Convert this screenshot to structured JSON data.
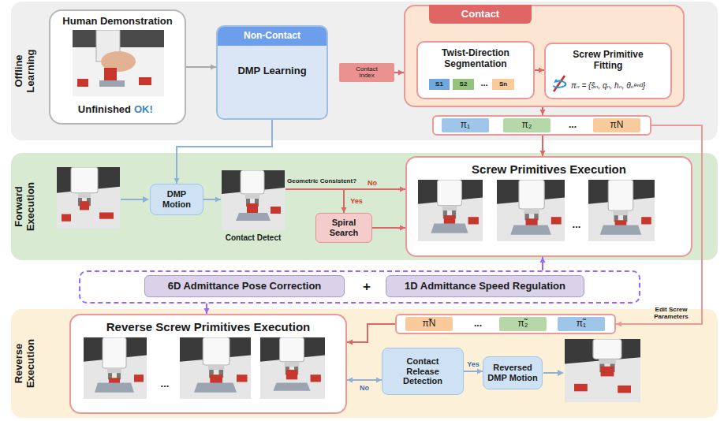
{
  "diagram": {
    "nodes": [
      {
        "text": [
          "Offline Learning"
        ]
      },
      {
        "text": [
          "Human Demonstration",
          "Unfinished",
          "OK!"
        ],
        "in": 0
      },
      {
        "text": [
          "Non-Contact",
          "DMP Learning"
        ],
        "in": 0
      },
      {
        "text": [
          "Contact Index"
        ],
        "in": 0
      },
      {
        "text": [
          "Contact"
        ],
        "in": 0
      },
      {
        "text": [
          "Twist-Direction Segmentation",
          "..."
        ],
        "in": 4
      },
      {
        "text": [
          "S1"
        ],
        "in": 5
      },
      {
        "text": [
          "S2"
        ],
        "in": 5
      },
      {
        "text": [
          "Sn"
        ],
        "in": 5
      },
      {
        "text": [
          "Screw Primitive Fitting",
          "πₙ = {ŝₙ, qₙ, hₙ, θₙᵉⁿᵈ}"
        ],
        "in": 4
      },
      {
        "text": [
          "..."
        ],
        "in": 0
      },
      {
        "text": [
          "π₁"
        ],
        "in": 10
      },
      {
        "text": [
          "π₂"
        ],
        "in": 10
      },
      {
        "text": [
          "πN"
        ],
        "in": 10
      },
      {
        "text": [
          "Forward Execution"
        ]
      },
      {
        "text": [
          "DMP Motion"
        ],
        "in": 14
      },
      {
        "text": [
          "Contact Detect"
        ],
        "in": 14
      },
      {
        "text": [
          "Spiral Search"
        ],
        "in": 14
      },
      {
        "text": [
          "Screw Primitives Execution",
          "..."
        ],
        "in": 14
      },
      {
        "text": [
          "+"
        ]
      },
      {
        "text": [
          "6D Admittance Pose Correction"
        ],
        "in": 19
      },
      {
        "text": [
          "1D Admittance Speed Regulation"
        ],
        "in": 19
      },
      {
        "text": [
          "Reverse Execution"
        ]
      },
      {
        "text": [
          "Reverse Screw Primitives Execution",
          "..."
        ],
        "in": 22
      },
      {
        "text": [
          "..."
        ],
        "in": 22
      },
      {
        "text": [
          "π̃N"
        ],
        "in": 24
      },
      {
        "text": [
          "π̃₂"
        ],
        "in": 24
      },
      {
        "text": [
          "π̃₁"
        ],
        "in": 24
      },
      {
        "text": [
          "Contact Release Detection"
        ],
        "in": 22
      },
      {
        "text": [
          "Reversed DMP Motion"
        ],
        "in": 22
      }
    ],
    "edges": [
      {
        "from": 1,
        "to": 2,
        "arrow": "to"
      },
      {
        "from": 3,
        "to": 4,
        "arrow": "to"
      },
      {
        "from": 5,
        "to": 9,
        "arrow": "to"
      },
      {
        "from": 4,
        "to": 10,
        "arrow": "to"
      },
      {
        "from": 10,
        "to": 18,
        "arrow": "to"
      },
      {
        "from": 2,
        "to": 15,
        "arrow": "to"
      },
      {
        "from": 15,
        "to": 16,
        "arrow": "to"
      },
      {
        "from": 16,
        "to": 18,
        "label": "No",
        "arrow": "to"
      },
      {
        "from": 16,
        "to": 17,
        "label": "Yes",
        "arrow": "to"
      },
      {
        "from": 17,
        "to": 18,
        "arrow": "to"
      },
      {
        "from": 19,
        "to": 18,
        "arrow": "to"
      },
      {
        "from": 19,
        "to": 23,
        "arrow": "to"
      },
      {
        "from": 10,
        "to": 24,
        "label": "Edit Screw Parameters",
        "arrow": "to"
      },
      {
        "from": 24,
        "to": 23,
        "arrow": "to"
      },
      {
        "from": 28,
        "to": 23,
        "label": "No",
        "arrow": "both"
      },
      {
        "from": 28,
        "to": 29,
        "label": "Yes",
        "arrow": "to"
      }
    ],
    "labels": [
      "Geometric Consistent?"
    ]
  }
}
